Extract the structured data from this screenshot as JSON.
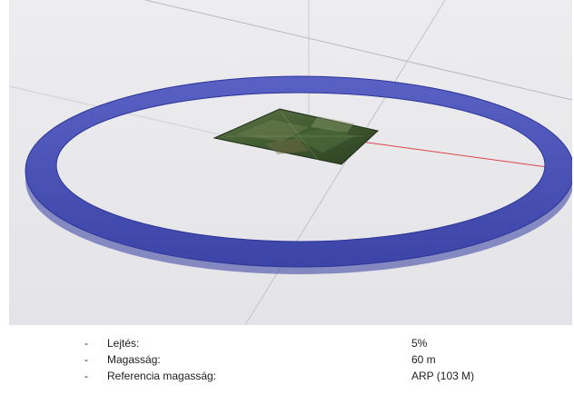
{
  "viewport": {
    "scene_description_items": [
      "circular-surface-ring",
      "terrain-tile",
      "axis-lines"
    ],
    "colors": {
      "background": "#e9e9ec",
      "ring_outer": "#4a52b8",
      "ring_inner_edge": "#2c3596",
      "terrain": "#3e5a2f",
      "axis_red": "#d9464a"
    }
  },
  "specs": [
    {
      "dash": "-",
      "label": "Lejtés:",
      "value": "5%"
    },
    {
      "dash": "-",
      "label": "Magasság:",
      "value": "60 m"
    },
    {
      "dash": "-",
      "label": "Referencia magasság:",
      "value": "ARP (103 M)"
    }
  ]
}
